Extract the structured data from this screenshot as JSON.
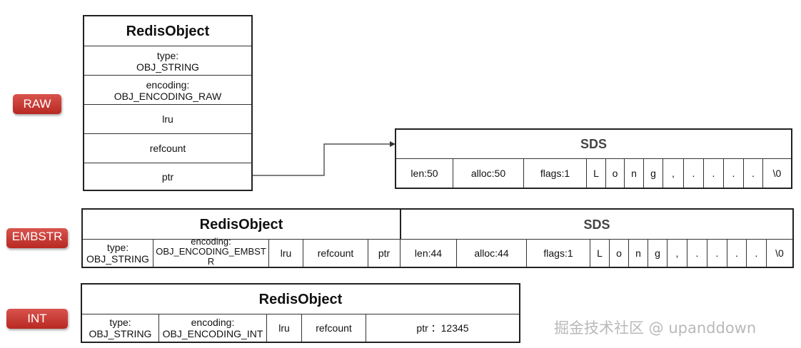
{
  "labels": {
    "raw": "RAW",
    "embstr": "EMBSTR",
    "int": "INT"
  },
  "raw": {
    "title": "RedisObject",
    "type": "type:\nOBJ_STRING",
    "encoding": "encoding:\nOBJ_ENCODING_RAW",
    "lru": "lru",
    "refcount": "refcount",
    "ptr": "ptr",
    "sds": {
      "title": "SDS",
      "len": "len:50",
      "alloc": "alloc:50",
      "flags": "flags:1",
      "chars": [
        "L",
        "o",
        "n",
        "g",
        ",",
        ".",
        ".",
        ".",
        ".",
        "\\0"
      ]
    }
  },
  "embstr": {
    "title": "RedisObject",
    "type": "type:\nOBJ_STRING",
    "encoding": "encoding:\nOBJ_ENCODING_EMBSTR",
    "lru": "lru",
    "refcount": "refcount",
    "ptr": "ptr",
    "sds": {
      "title": "SDS",
      "len": "len:44",
      "alloc": "alloc:44",
      "flags": "flags:1",
      "chars": [
        "L",
        "o",
        "n",
        "g",
        ",",
        ".",
        ".",
        ".",
        ".",
        "\\0"
      ]
    }
  },
  "int": {
    "title": "RedisObject",
    "type": "type:\nOBJ_STRING",
    "encoding": "encoding:\nOBJ_ENCODING_INT",
    "lru": "lru",
    "refcount": "refcount",
    "ptr": "ptr ：12345"
  },
  "watermark": "掘金技术社区 @ upanddown",
  "colors": {
    "pill": "#c9302c",
    "border": "#222222",
    "sds_title": "#444444"
  }
}
